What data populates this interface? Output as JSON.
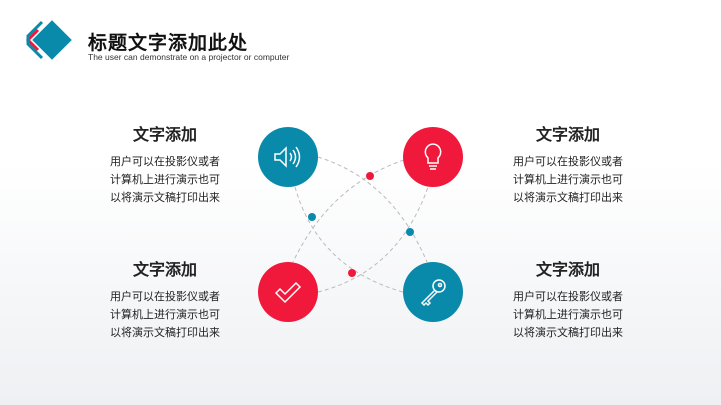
{
  "header": {
    "title": "标题文字添加此处",
    "subtitle": "The user can demonstrate on a projector or computer"
  },
  "colors": {
    "blue": "#0a8aab",
    "red": "#f0193c"
  },
  "blocks": [
    {
      "heading": "文字添加",
      "lines": [
        "用户可以在投影仪或者",
        "计算机上进行演示也可",
        "以将演示文稿打印出来"
      ]
    },
    {
      "heading": "文字添加",
      "lines": [
        "用户可以在投影仪或者",
        "计算机上进行演示也可",
        "以将演示文稿打印出来"
      ]
    },
    {
      "heading": "文字添加",
      "lines": [
        "用户可以在投影仪或者",
        "计算机上进行演示也可",
        "以将演示文稿打印出来"
      ]
    },
    {
      "heading": "文字添加",
      "lines": [
        "用户可以在投影仪或者",
        "计算机上进行演示也可",
        "以将演示文稿打印出来"
      ]
    }
  ],
  "icons": [
    "speaker-icon",
    "lightbulb-icon",
    "checkmark-icon",
    "key-icon"
  ]
}
